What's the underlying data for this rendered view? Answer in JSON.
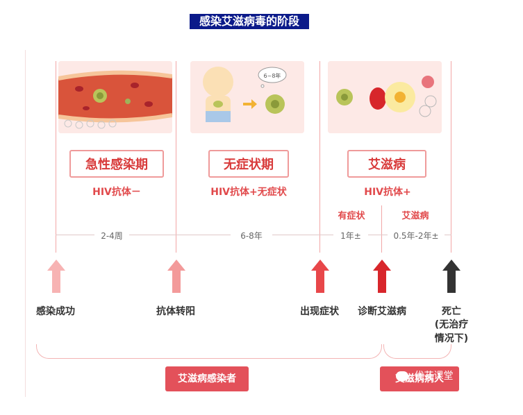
{
  "title": "感染艾滋病毒的阶段",
  "stages": [
    {
      "name": "急性感染期",
      "antibody": "HIV抗体－"
    },
    {
      "name": "无症状期",
      "antibody": "HIV抗体+无症状"
    },
    {
      "name": "艾滋病",
      "antibody": "HIV抗体+"
    }
  ],
  "aids_subphases": [
    "有症状",
    "艾滋病"
  ],
  "durations": [
    "2-4周",
    "6-8年",
    "1年±",
    "0.5年-2年±"
  ],
  "milestones": [
    {
      "label": "感染成功",
      "color": "#f7b3b3"
    },
    {
      "label": "抗体转阳",
      "color": "#f39a9a"
    },
    {
      "label": "出现症状",
      "color": "#e8474a"
    },
    {
      "label": "诊断艾滋病",
      "color": "#d8262b"
    },
    {
      "label": "死亡",
      "note": "(无治疗情况下)",
      "color": "#333333"
    }
  ],
  "groups": [
    "艾滋病感染者",
    "艾滋病病人"
  ],
  "watermark": "优艾课堂",
  "bubble_text": "6~8年"
}
